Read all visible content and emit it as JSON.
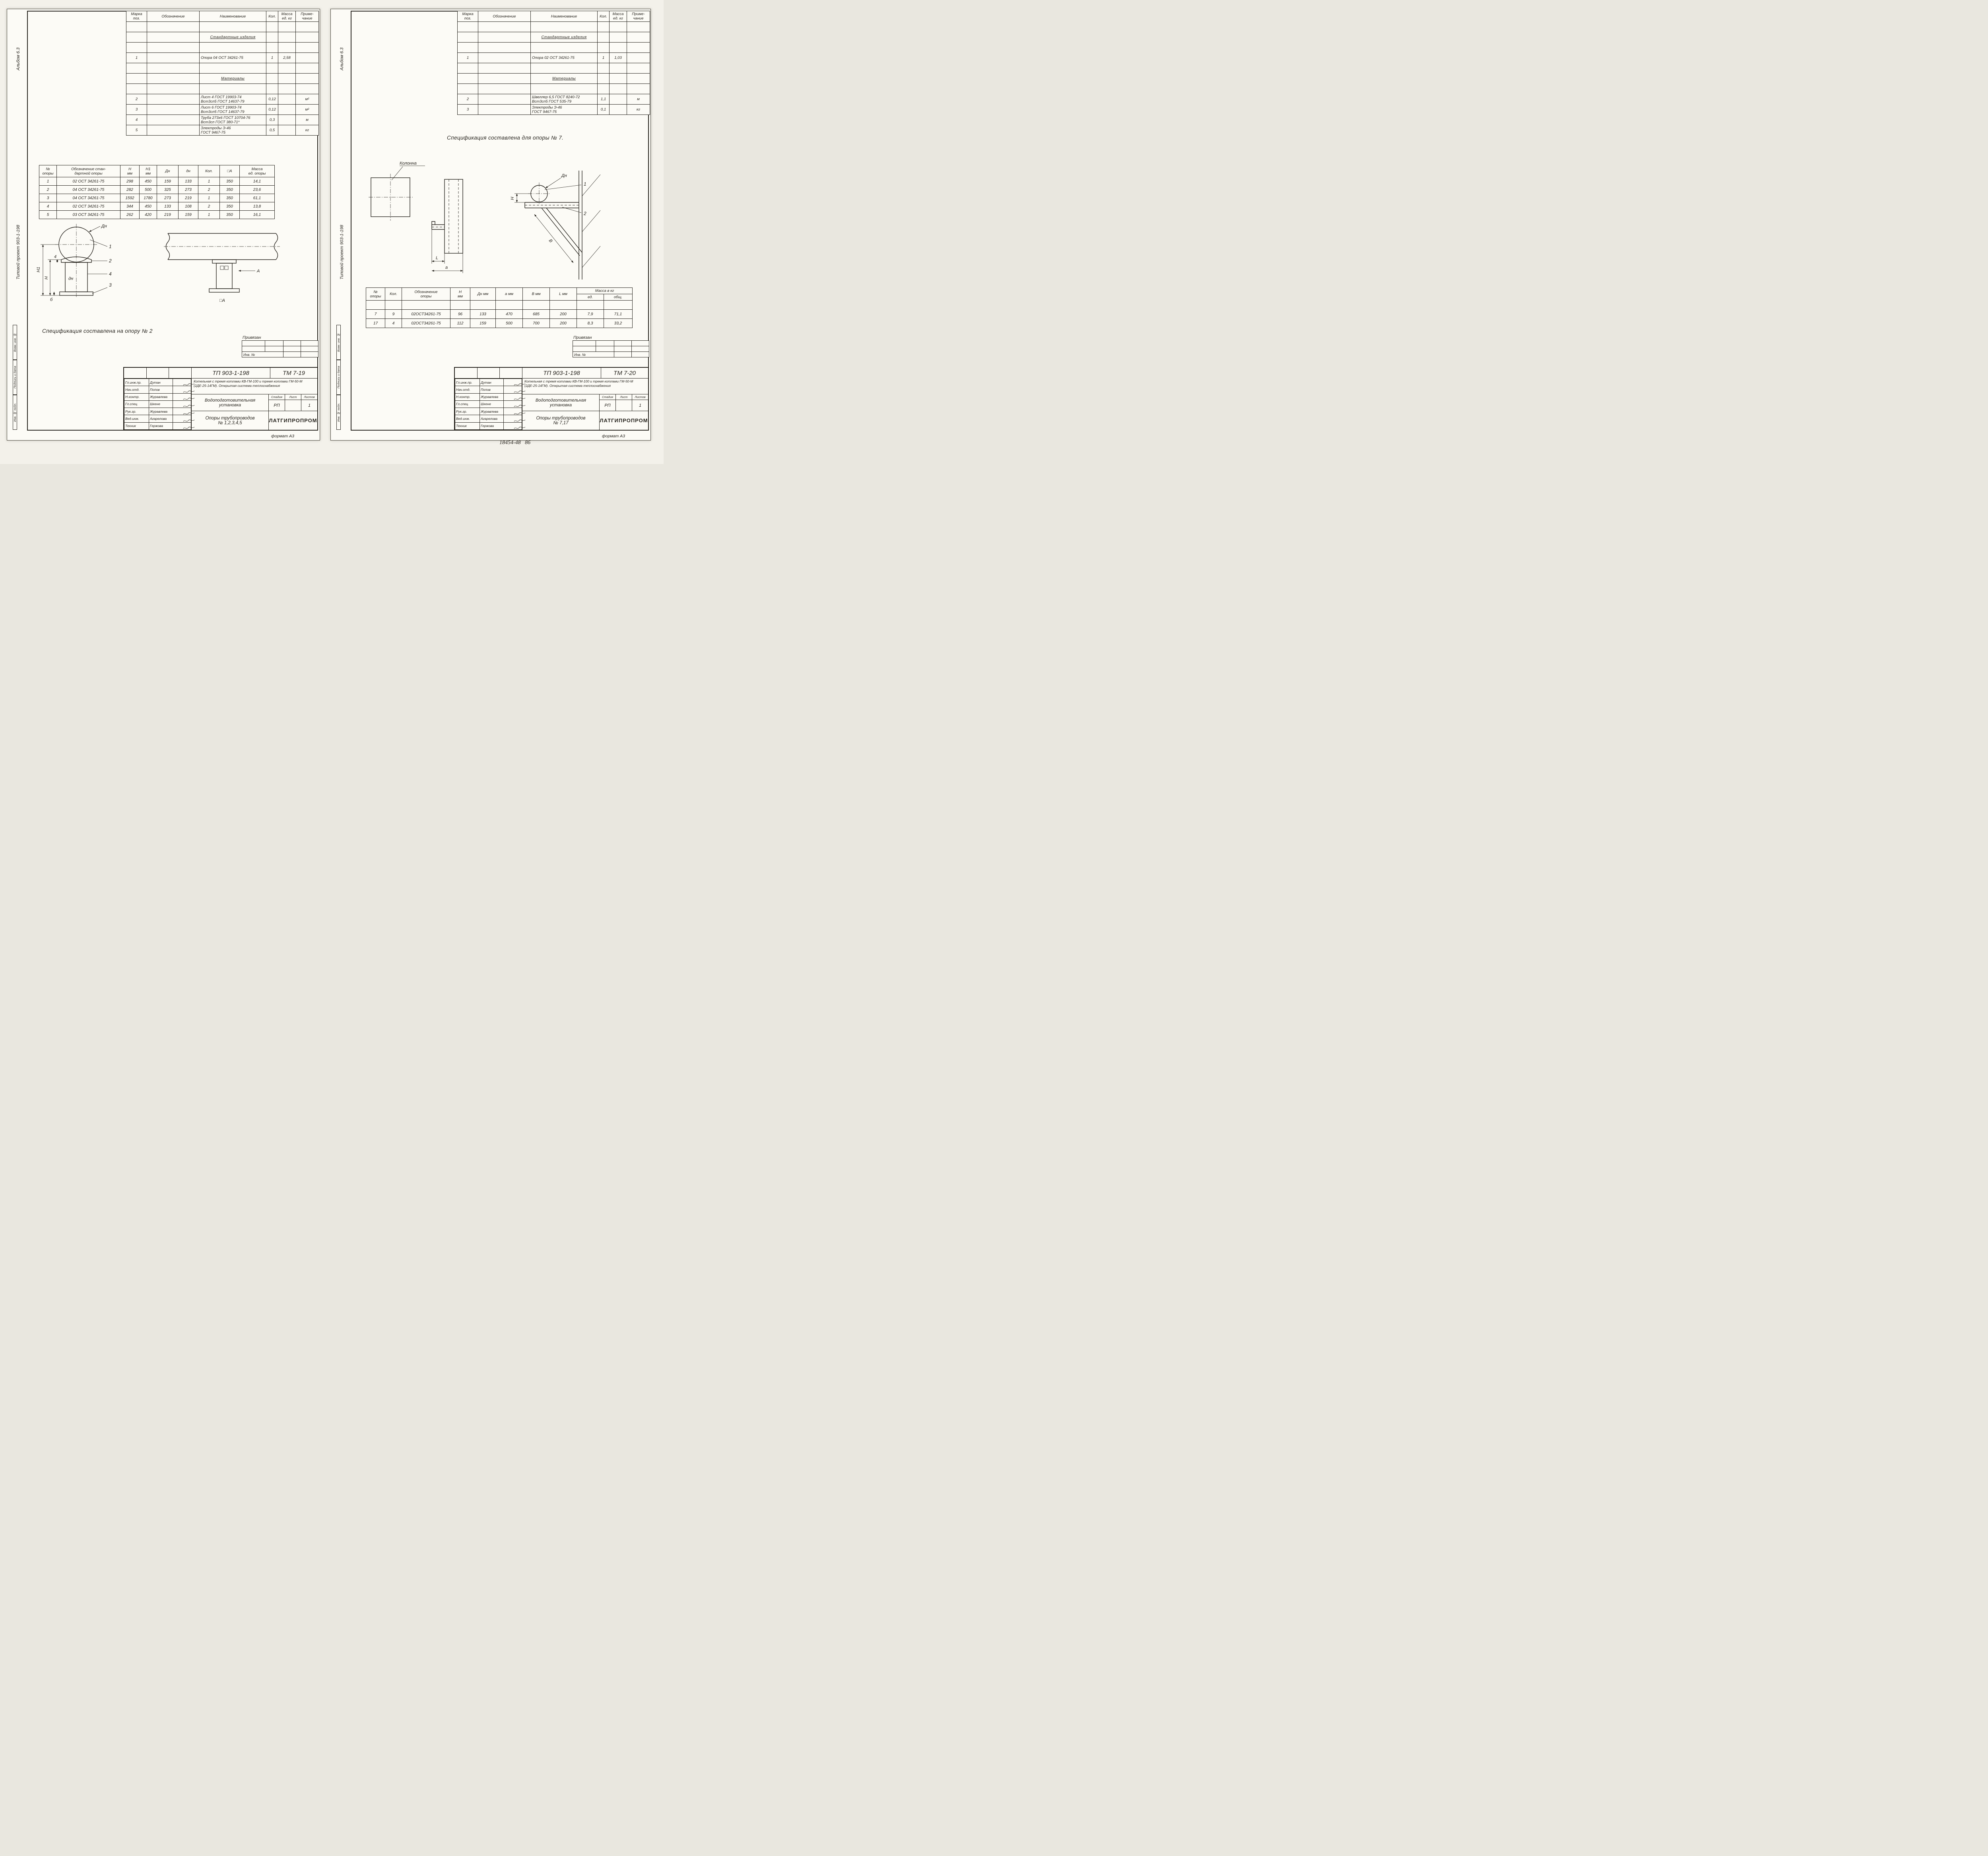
{
  "colors": {
    "ink": "#26231d",
    "paper": "#fcfbf6",
    "bg": "#f3f1ea"
  },
  "margin": {
    "project": "Типовой проект 903-1-198",
    "album": "Альбом 6.3",
    "stamps": [
      "Взам. инв. №",
      "Подпись и дата",
      "Инв. № подл."
    ]
  },
  "spec_headers": [
    "Марка\nпоз.",
    "Обозначение",
    "Наименование",
    "Кол.",
    "Масса\nед. кг",
    "Приме-\nчание"
  ],
  "binding": {
    "title": "Привязан",
    "inv": "Инв. №"
  },
  "titleblock": {
    "doc": "ТП 903-1-198",
    "desc": "Котельная с тремя котлами КВ-ГМ-100 и тремя котлами ГМ-50-М (2ДЕ-25-14ГМ). Открытая система теплоснабжения",
    "unit": "Водоподготовительная\nустановка",
    "stage_label": "Стадия",
    "sheet_label": "Лист",
    "sheets_label": "Листов",
    "stage": "РП",
    "sheets_count": "1",
    "org": "ЛАТГИПРОПРОМ",
    "format": "формат А3",
    "sign_rows": [
      [
        "Гл.инж.пр.",
        "Дутан",
        "@sig"
      ],
      [
        "Нач.отд.",
        "Попов",
        "@sig"
      ],
      [
        "Н.контр.",
        "Журавлева",
        "@sig"
      ],
      [
        "Гл.спец.",
        "Шкене",
        "@sig"
      ],
      [
        "Рук.гр.",
        "Журавлева",
        "@sig"
      ],
      [
        "Вед.инж.",
        "Агарелова",
        "@sig"
      ],
      [
        "Техник",
        "Гержова",
        "@sig"
      ]
    ]
  },
  "left": {
    "code": "ТМ 7-19",
    "drawing_title": "Опоры трубопроводов\n№ 1,2,3,4,5",
    "note": "Спецификация составлена на опору № 2",
    "spec_rows": [
      {
        "c": [
          "",
          "",
          "",
          "",
          "",
          ""
        ]
      },
      {
        "c": [
          "",
          "",
          "Стандартные изделия",
          "",
          "",
          ""
        ],
        "cls": "sec"
      },
      {
        "c": [
          "",
          "",
          "",
          "",
          "",
          ""
        ]
      },
      {
        "c": [
          "1",
          "",
          "Опора 04 ОСТ 34261-75",
          "1",
          "2,58",
          ""
        ]
      },
      {
        "c": [
          "",
          "",
          "",
          "",
          "",
          ""
        ]
      },
      {
        "c": [
          "",
          "",
          "Материалы",
          "",
          "",
          ""
        ],
        "cls": "sec"
      },
      {
        "c": [
          "",
          "",
          "",
          "",
          "",
          ""
        ]
      },
      {
        "c": [
          "2",
          "",
          "Лист 4 ГОСТ 19903-74\nВст3сп5 ГОСТ 14637-79",
          "0,12",
          "",
          "м²"
        ]
      },
      {
        "c": [
          "3",
          "",
          "Лист 6 ГОСТ 19903-74\nВст3сп5 ГОСТ 14637-79",
          "0,12",
          "",
          "м²"
        ]
      },
      {
        "c": [
          "4",
          "",
          "Труба 273х6 ГОСТ 10704-76\nВст3сп ГОСТ 380-71*",
          "0,3",
          "",
          "м"
        ]
      },
      {
        "c": [
          "5",
          "",
          "Электроды Э-46\nГОСТ 9467-75",
          "0,5",
          "",
          "кг"
        ]
      }
    ],
    "dims": {
      "headers": [
        "№\nопоры",
        "Обозначение стан-\nдартной опоры",
        "Н\nмм",
        "Н1\nмм",
        "Дн",
        "дн",
        "Кол.",
        "□А",
        "Масса\nед. опоры"
      ],
      "rows": [
        [
          "1",
          "02 ОСТ 34261-75",
          "298",
          "450",
          "159",
          "133",
          "1",
          "350",
          "14,1"
        ],
        [
          "2",
          "04 ОСТ 34261-75",
          "282",
          "500",
          "325",
          "273",
          "2",
          "350",
          "23,6"
        ],
        [
          "3",
          "04 ОСТ 34261-75",
          "1592",
          "1780",
          "273",
          "219",
          "1",
          "350",
          "61,1"
        ],
        [
          "4",
          "02 ОСТ 34261-75",
          "344",
          "450",
          "133",
          "108",
          "2",
          "350",
          "13,8"
        ],
        [
          "5",
          "03 ОСТ 34261-75",
          "262",
          "420",
          "219",
          "159",
          "1",
          "350",
          "16,1"
        ]
      ]
    },
    "front": {
      "dn": "Дн",
      "h1": "Н1",
      "h": "Н",
      "t": "4",
      "dn_inner": "дн",
      "b": "б",
      "p1": "1",
      "p2": "2",
      "p4": "4",
      "p3": "3"
    },
    "side": {
      "a": "А",
      "a_box": "□А"
    }
  },
  "right": {
    "code": "ТМ 7-20",
    "drawing_title": "Опоры трубопроводов\n№ 7,17",
    "note": "Спецификация составлена для опоры № 7.",
    "spec_rows": [
      {
        "c": [
          "",
          "",
          "",
          "",
          "",
          ""
        ]
      },
      {
        "c": [
          "",
          "",
          "Стандартные изделия",
          "",
          "",
          ""
        ],
        "cls": "sec"
      },
      {
        "c": [
          "",
          "",
          "",
          "",
          "",
          ""
        ]
      },
      {
        "c": [
          "1",
          "",
          "Опора 02 ОСТ 34261-75",
          "1",
          "1,03",
          ""
        ]
      },
      {
        "c": [
          "",
          "",
          "",
          "",
          "",
          ""
        ]
      },
      {
        "c": [
          "",
          "",
          "Материалы",
          "",
          "",
          ""
        ],
        "cls": "sec"
      },
      {
        "c": [
          "",
          "",
          "",
          "",
          "",
          ""
        ]
      },
      {
        "c": [
          "2",
          "",
          "Швеллер 6,5 ГОСТ 8240-72\nВст3сп5 ГОСТ 535-79",
          "1,1",
          "",
          "м"
        ]
      },
      {
        "c": [
          "3",
          "",
          "Электроды Э-46\nГОСТ 9467-75",
          "0,1",
          "",
          "кг"
        ]
      }
    ],
    "dims": {
      "headers": [
        "№\nопоры",
        "Кол.",
        "Обозначение\nопоры",
        "Н\nмм",
        "Дн мм",
        "а мм",
        "В мм",
        "L мм"
      ],
      "mass_header": "Масса в кг",
      "mass_sub": [
        "ед.",
        "общ."
      ],
      "rows": [
        [
          "",
          "",
          "",
          "",
          "",
          "",
          "",
          "",
          "",
          ""
        ],
        [
          "7",
          "9",
          "02ОСТ34261-75",
          "96",
          "133",
          "470",
          "685",
          "200",
          "7,9",
          "71,1"
        ],
        [
          "17",
          "4",
          "02ОСТ34261-75",
          "112",
          "159",
          "500",
          "700",
          "200",
          "8,3",
          "33,2"
        ]
      ]
    },
    "labels": {
      "column": "Колонна",
      "dn": "Дн",
      "h": "Н",
      "p1": "1",
      "p2": "2",
      "v": "В",
      "l": "L",
      "a": "а"
    }
  },
  "footer": {
    "handwriting": "18454-48   86"
  }
}
